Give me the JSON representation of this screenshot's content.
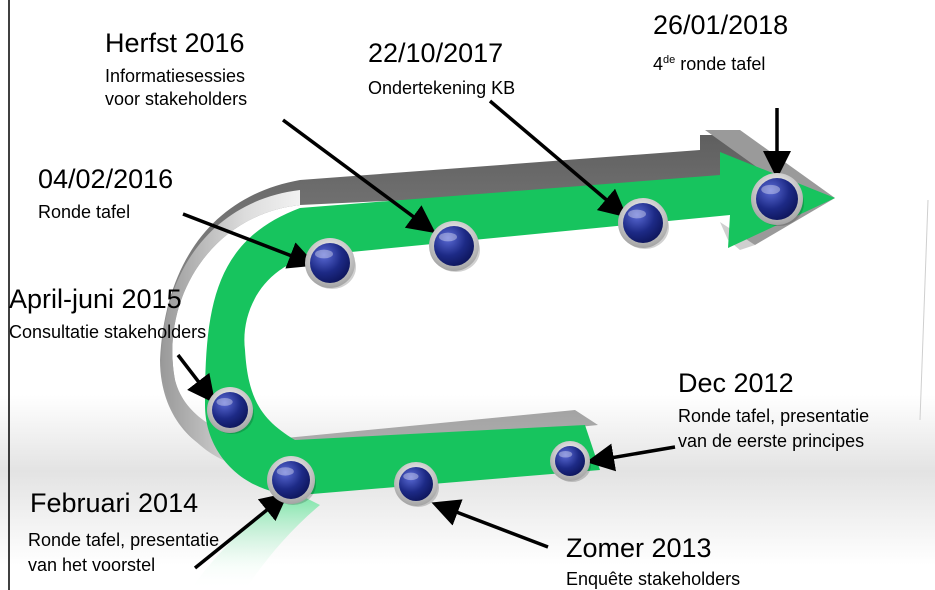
{
  "colors": {
    "track_green": "#17c45e",
    "track_gray": "#8a8a8a",
    "marker_navy": "#1d2a86",
    "arrow_black": "#000000"
  },
  "milestones": [
    {
      "id": "dec-2012",
      "date": "Dec 2012",
      "desc_lines": [
        "Ronde tafel, presentatie",
        "van de eerste principes"
      ]
    },
    {
      "id": "zomer-2013",
      "date": "Zomer 2013",
      "desc_lines": [
        "Enquête stakeholders"
      ]
    },
    {
      "id": "februari-2014",
      "date": "Februari 2014",
      "desc_lines": [
        "Ronde tafel, presentatie",
        "van het voorstel"
      ]
    },
    {
      "id": "april-juni-2015",
      "date": "April-juni 2015",
      "desc_lines": [
        "Consultatie stakeholders"
      ]
    },
    {
      "id": "2016-02-04",
      "date": "04/02/2016",
      "desc_lines": [
        "Ronde tafel"
      ]
    },
    {
      "id": "herfst-2016",
      "date": "Herfst 2016",
      "desc_lines": [
        "Informatiesessies",
        "voor stakeholders"
      ]
    },
    {
      "id": "2017-10-22",
      "date": "22/10/2017",
      "desc_lines": [
        "Ondertekening KB"
      ]
    },
    {
      "id": "2018-01-26",
      "date": "26/01/2018",
      "desc_sup": {
        "base": "4",
        "sup": "de",
        "rest": " ronde tafel"
      }
    }
  ]
}
